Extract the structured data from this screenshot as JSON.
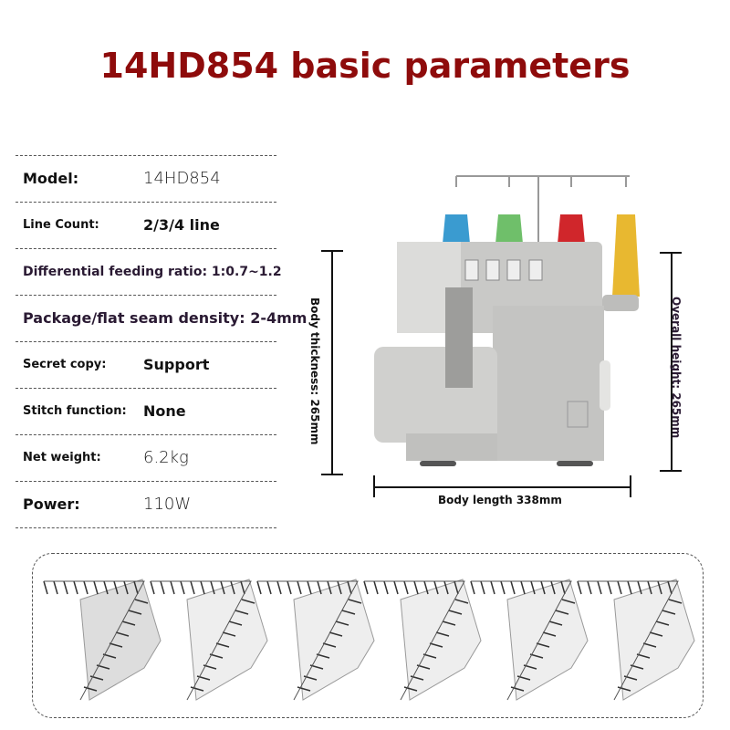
{
  "title": "14HD854 basic parameters",
  "specs": [
    {
      "label": "Model:",
      "value": "14HD854"
    },
    {
      "label": "Line Count:",
      "value": "2/3/4 line"
    },
    {
      "label": "Differential feeding ratio: 1:0.7~1.2"
    },
    {
      "label": "Package/flat seam density: 2-4mm"
    },
    {
      "label": "Secret copy:",
      "value": "Support"
    },
    {
      "label": "Stitch function:",
      "value": "None"
    },
    {
      "label": "Net weight:",
      "value": "6.2kg"
    },
    {
      "label": "Power:",
      "value": "110W"
    }
  ],
  "dimensions": {
    "thickness": "Body thickness: 265mm",
    "length": "Body length 338mm",
    "height": "Overall height: 265mm"
  },
  "thread_colors": [
    "#3a9bd0",
    "#6fbf6a",
    "#d0262b",
    "#e8b830"
  ],
  "title_color": "#8e0b0b"
}
